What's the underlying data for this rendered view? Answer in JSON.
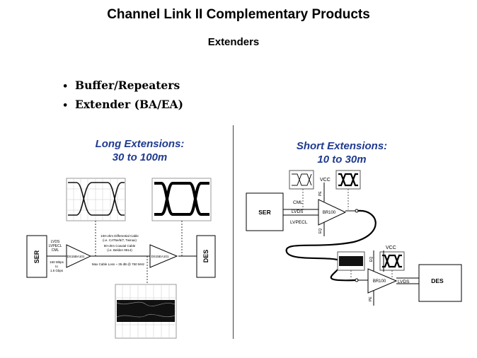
{
  "title": "Channel Link II Complementary Products",
  "subtitle": "Extenders",
  "bullets": [
    "Buffer/Repeaters",
    "Extender (BA/EA)"
  ],
  "long": {
    "heading_line1": "Long Extensions:",
    "heading_line2": "30 to 100m",
    "ser_label": "SER",
    "des_label": "DES",
    "left_chip": "DS15BA101",
    "right_chip": "DS15EA101",
    "in_line1": "LVDS",
    "in_line2": "LVPECL",
    "in_line3": "CML",
    "rate_line1": "150 Mbps",
    "rate_line2": "to",
    "rate_line3": "1.5 Gbps",
    "cable_line1": "100-ohm Differential Cable",
    "cable_line2": "(i.e. CAT5e/6/7, Twinax)",
    "cable_line3": "50-ohm Coaxial Cable",
    "cable_line4": "(i.e. Belden 9914)",
    "loss_label": "Max Cable Loss ~ 35 dB @ 750 MHz"
  },
  "short": {
    "heading_line1": "Short Extensions:",
    "heading_line2": "10 to 30m",
    "ser_label": "SER",
    "des_label": "DES",
    "top_chip": "BR100",
    "bottom_chip": "BR100",
    "cml": "CML",
    "lvds": "LVDS",
    "lvpecl": "LVPECL",
    "vcc_top": "VCC",
    "vcc_bottom": "VCC",
    "pe_top": "PE",
    "eq_top": "EQ",
    "eq_bottom": "EQ",
    "pe_bottom": "PE",
    "lvds_out": "LVDS"
  },
  "colors": {
    "heading": "#1f3a8f"
  }
}
